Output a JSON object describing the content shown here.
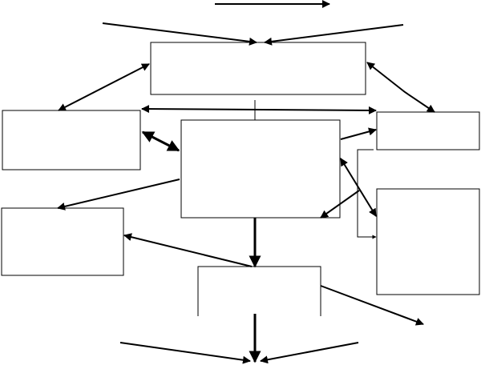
{
  "diagram": {
    "nodes": [
      {
        "id": "top-box",
        "label": ""
      },
      {
        "id": "left-upper-box",
        "label": ""
      },
      {
        "id": "center-box",
        "label": ""
      },
      {
        "id": "right-upper-box",
        "label": ""
      },
      {
        "id": "left-lower-box",
        "label": ""
      },
      {
        "id": "right-lower-box",
        "label": ""
      },
      {
        "id": "bottom-box",
        "label": ""
      }
    ],
    "colors": {
      "stroke": "#000000",
      "background": "#ffffff"
    }
  }
}
